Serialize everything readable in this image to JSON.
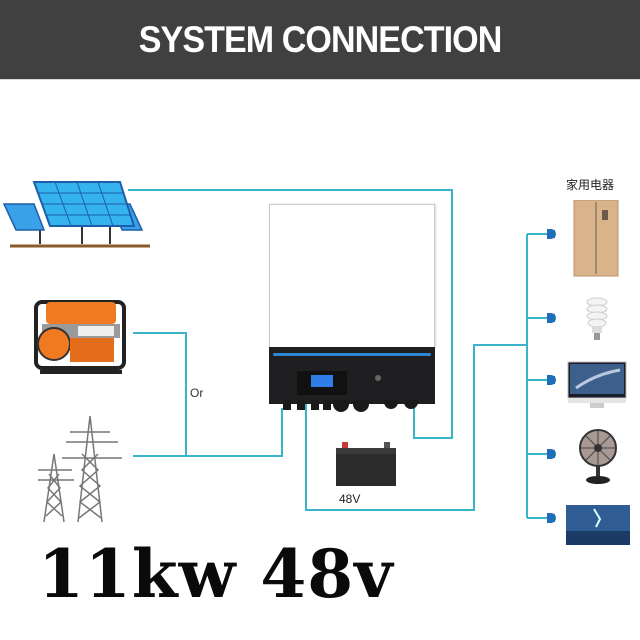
{
  "header": {
    "title": "SYSTEM CONNECTION",
    "bg_color": "#404040",
    "text_color": "#ffffff"
  },
  "sources": {
    "solar": {
      "icon": "solar-panels-icon"
    },
    "generator": {
      "icon": "generator-icon"
    },
    "grid": {
      "icon": "power-tower-icon"
    },
    "or_label": "Or"
  },
  "inverter": {
    "icon": "hybrid-inverter-icon",
    "stripe_color": "#2e86d6"
  },
  "battery": {
    "icon": "battery-icon",
    "label": "48V"
  },
  "appliances": {
    "title": "家用电器",
    "items": [
      {
        "name": "refrigerator",
        "icon": "refrigerator-icon"
      },
      {
        "name": "light-bulb",
        "icon": "cfl-bulb-icon"
      },
      {
        "name": "monitor",
        "icon": "monitor-icon"
      },
      {
        "name": "fan",
        "icon": "desk-fan-icon"
      },
      {
        "name": "tv",
        "icon": "tv-icon"
      }
    ]
  },
  "wire_color": "#3ab4c8",
  "spec": {
    "text": "11kw 48v"
  }
}
